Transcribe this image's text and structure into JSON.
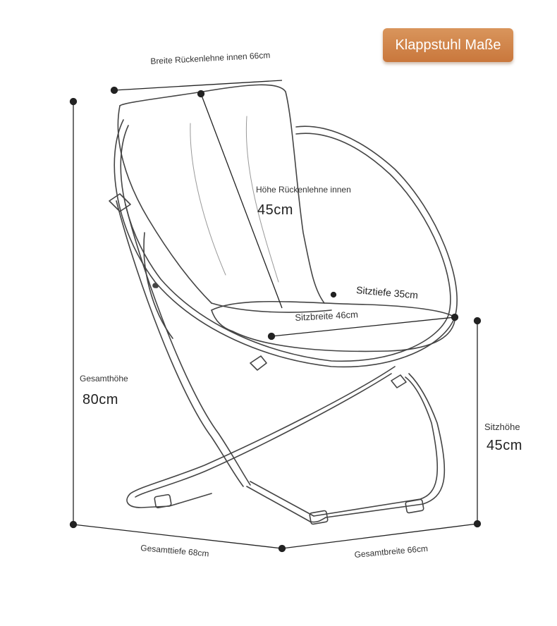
{
  "title": "Klappstuhl Maße",
  "labels": {
    "back_width": "Breite Rückenlehne innen 66cm",
    "back_height_label": "Höhe Rückenlehne innen",
    "back_height_value": "45cm",
    "seat_depth": "Sitztiefe 35cm",
    "seat_width": "Sitzbreite 46cm",
    "total_height_label": "Gesamthöhe",
    "total_height_value": "80cm",
    "seat_height_label": "Sitzhöhe",
    "seat_height_value": "45cm",
    "total_depth": "Gesamttiefe 68cm",
    "total_width": "Gesamtbreite 66cm"
  },
  "colors": {
    "badge": "#cf8447",
    "line": "#222222"
  }
}
